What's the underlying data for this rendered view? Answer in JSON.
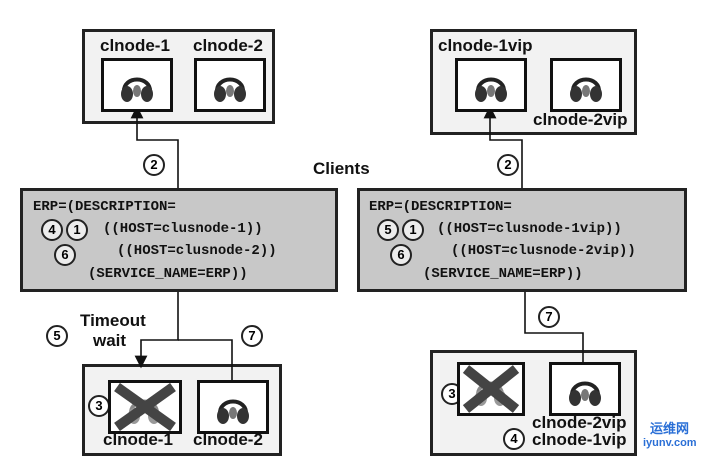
{
  "top_left": {
    "node1": "clnode-1",
    "node2": "clnode-2"
  },
  "top_right": {
    "node1": "clnode-1vip",
    "node2": "clnode-2vip"
  },
  "clients_label": "Clients",
  "left_config": {
    "line1": "ERP=(DESCRIPTION=",
    "line2": "((HOST=clusnode-1))",
    "line3": "((HOST=clusnode-2))",
    "line4": "(SERVICE_NAME=ERP))"
  },
  "right_config": {
    "line1": "ERP=(DESCRIPTION=",
    "line2": "((HOST=clusnode-1vip))",
    "line3": "((HOST=clusnode-2vip))",
    "line4": "(SERVICE_NAME=ERP))"
  },
  "timeout_label": {
    "line1": "Timeout",
    "line2": "wait"
  },
  "bottom_left": {
    "node1": "clnode-1",
    "node2": "clnode-2"
  },
  "bottom_right": {
    "node1": "clnode-2vip",
    "node2": "clnode-1vip"
  },
  "steps": {
    "s1": "1",
    "s2": "2",
    "s3": "3",
    "s4": "4",
    "s5": "5",
    "s6": "6",
    "s7": "7"
  },
  "watermark": {
    "text": "运维网",
    "url": "iyunv.com"
  },
  "icons": {
    "node": "headphones-icon",
    "failed": "x-cross-icon"
  }
}
